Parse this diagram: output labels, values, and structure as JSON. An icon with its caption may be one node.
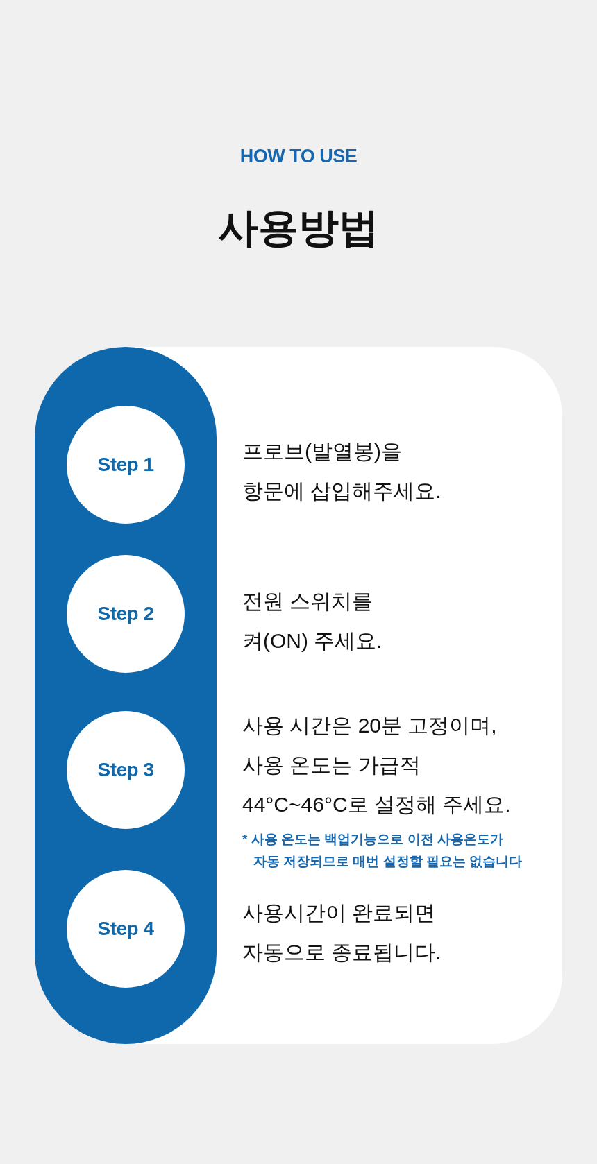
{
  "diagram": {
    "title": "사용방법",
    "labels": [
      "HOW TO USE"
    ],
    "nodes": [
      {
        "text": [],
        "shape": "box"
      },
      {
        "text": [],
        "shape": "bar",
        "in": 0
      },
      {
        "text": [
          "Step 1"
        ],
        "in": 1,
        "beside": [
          "프로브(발열봉)을 항문에 삽입해주세요."
        ]
      },
      {
        "text": [
          "Step 2"
        ],
        "in": 1,
        "beside": [
          "전원 스위치를 켜(ON) 주세요."
        ]
      },
      {
        "text": [
          "Step 3"
        ],
        "in": 1,
        "beside": [
          "사용 시간은 20분 고정이며, 사용 온도는 가급적 44°C~46°C로 설정해 주세요.",
          "* 사용 온도는 백업기능으로 이전 사용온도가 자동 저장되므로 매번 설정할 필요는 없습니다"
        ]
      },
      {
        "text": [
          "Step 4"
        ],
        "in": 1,
        "beside": [
          "사용시간이 완료되면 자동으로 종료됩니다."
        ]
      }
    ],
    "edges": []
  }
}
